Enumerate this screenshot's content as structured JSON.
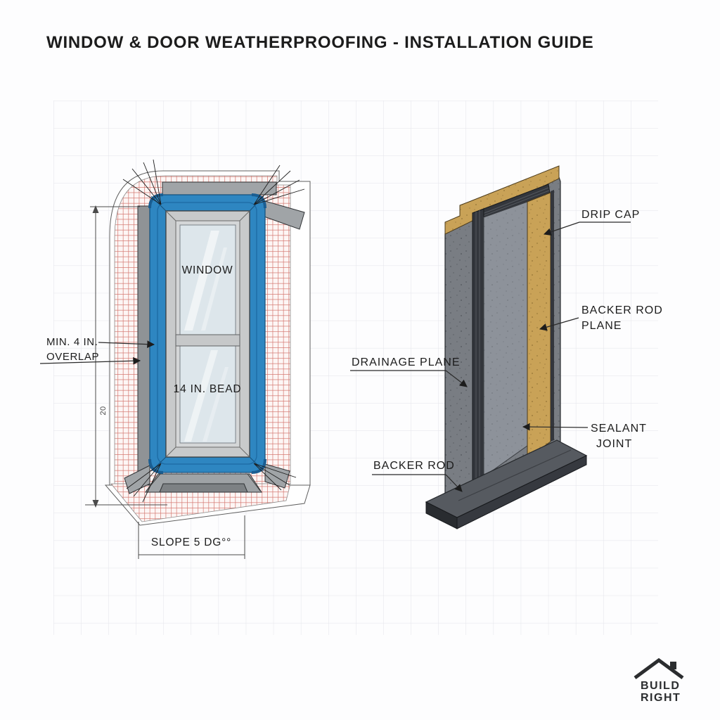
{
  "title": "WINDOW & DOOR WEATHERPROOFING - INSTALLATION GUIDE",
  "window_diagram": {
    "window_label": "WINDOW",
    "bead_label": "14 IN. BEAD",
    "overlap_label_line1": "MIN. 4 IN.",
    "overlap_label_line2": "OVERLAP",
    "slope_label": "SLOPE 5 DG°°",
    "height_dim_label": "20"
  },
  "door_diagram": {
    "drip_cap_label": "DRIP CAP",
    "backer_rod_plane_label_line1": "BACKER ROD",
    "backer_rod_plane_label_line2": "PLANE",
    "drainage_plane_label": "DRAINAGE PLANE",
    "sealant_joint_label_line1": "SEALANT",
    "sealant_joint_label_line2": "JOINT",
    "backer_rod_label": "BACKER ROD"
  },
  "logo": {
    "line1": "BUILD",
    "line2": "RIGHT"
  },
  "colors": {
    "tape_blue": "#2E86C1",
    "tape_blue_dark": "#14517C",
    "mesh_red": "#C9574E",
    "flashing_gray": "#A0A4A7",
    "sheathing_tan": "#C9A257",
    "wall_gray": "#797D83",
    "frame_dark": "#33363C",
    "sill_gray": "#565A60",
    "grid_line": "#E3E4EA",
    "glass_blue": "#DDE6EB"
  }
}
